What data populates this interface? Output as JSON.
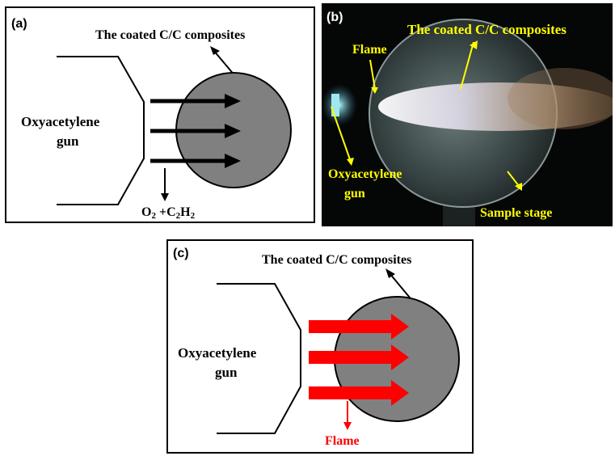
{
  "panel_a": {
    "tag": "(a)",
    "target_label": "The coated C/C composites",
    "gun_label_line1": "Oxyacetylene",
    "gun_label_line2": "gun",
    "gas_O": "O",
    "gas_O_sub": "2",
    "gas_plus": " +C",
    "gas_C_sub": "2",
    "gas_H": "H",
    "gas_H_sub": "2",
    "arrow_color": "#000000",
    "sample_color": "#808080"
  },
  "panel_b": {
    "tag": "(b)",
    "flame_label": "Flame",
    "target_label": "The coated C/C composites",
    "gun_label_line1": "Oxyacetylene",
    "gun_label_line2": "gun",
    "stage_label": "Sample stage",
    "label_color": "#ffff00"
  },
  "panel_c": {
    "tag": "(c)",
    "target_label": "The coated C/C composites",
    "gun_label_line1": "Oxyacetylene",
    "gun_label_line2": "gun",
    "flame_label": "Flame",
    "arrow_color": "#ff0000",
    "sample_color": "#808080"
  }
}
